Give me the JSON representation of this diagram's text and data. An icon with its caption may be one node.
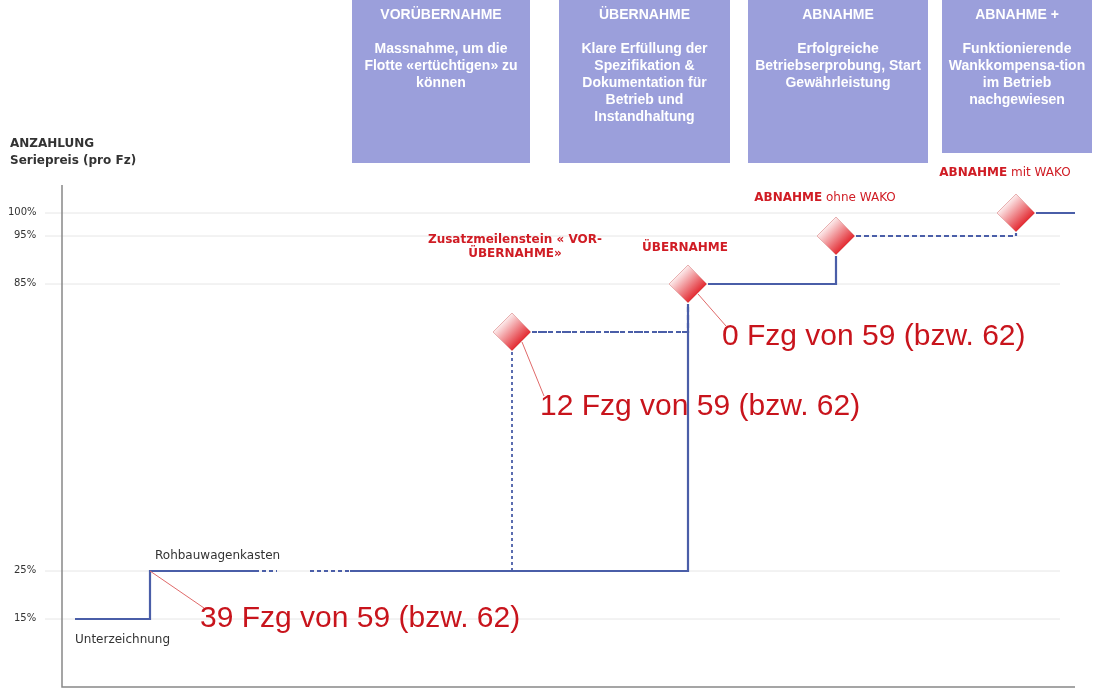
{
  "diagram": {
    "nodes": [
      {
        "text": [
          "VORÜBERNAHME",
          "Massnahme, um die Flotte «ertüchtigen» zu können"
        ]
      },
      {
        "text": [
          "ÜBERNAHME",
          "Klare Erfüllung der Spezifikation & Dokumentation für Betrieb und Instandhaltung"
        ]
      },
      {
        "text": [
          "ABNAHME",
          "Erfolgreiche Betriebserprobung, Start Gewährleistung"
        ]
      },
      {
        "text": [
          "ABNAHME +",
          "Funktionierende Wankkompensa-tion im Betrieb nachgewiesen"
        ]
      },
      {
        "text": [],
        "shape": "diamond"
      },
      {
        "text": [],
        "shape": "diamond",
        "beside": [
          "ÜBERNAHME"
        ]
      },
      {
        "text": [],
        "shape": "diamond",
        "beside": [
          "**ABNAHME** ohne WAKO"
        ]
      },
      {
        "text": [],
        "shape": "diamond",
        "beside": [
          "**ABNAHME** mit WAKO"
        ]
      },
      {
        "text": [
          "39 Fzg von 59 (bzw. 62)"
        ]
      },
      {
        "text": [
          "12 Fzg von 59 (bzw. 62)"
        ]
      },
      {
        "text": [
          "0 Fzg von 59 (bzw. 62)"
        ]
      }
    ],
    "edges": [
      {
        "from": 8,
        "to": null,
        "arrow": "none"
      },
      {
        "from": 9,
        "to": 4,
        "arrow": "none"
      },
      {
        "from": 10,
        "to": 5,
        "arrow": "none"
      },
      {
        "from": 4,
        "to": 5,
        "arrow": "none",
        "style": "dashed",
        "color": "#4a5ea8"
      },
      {
        "from": 5,
        "to": 6,
        "arrow": "none",
        "color": "#4a5ea8"
      },
      {
        "from": 6,
        "to": 7,
        "arrow": "none",
        "style": "dashed",
        "color": "#4a5ea8"
      }
    ],
    "labels": [
      "ANZAHLUNG",
      "Seriepreis (pro Fz)",
      "Zusatzmeilenstein « VOR-ÜBERNAHME»",
      "100%",
      "95%",
      "85%",
      "25%",
      "15%",
      "Rohbauwagenkasten",
      "Unterzeichnung"
    ]
  }
}
